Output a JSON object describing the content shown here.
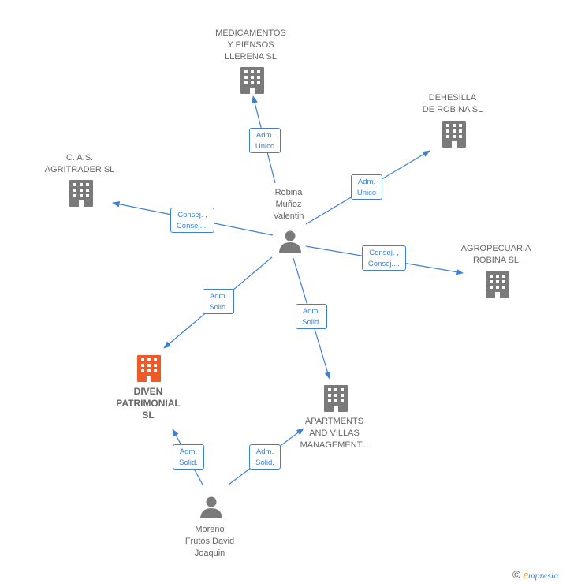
{
  "colors": {
    "edge": "#3d7fd1",
    "node": "#7a7a7a",
    "highlight": "#f05a28"
  },
  "nodes": {
    "medicamentos": {
      "type": "company",
      "lines": [
        "MEDICAMENTOS",
        "Y PIENSOS",
        "LLERENA SL"
      ]
    },
    "dehesilla": {
      "type": "company",
      "lines": [
        "DEHESILLA",
        "DE ROBINA SL"
      ]
    },
    "cas": {
      "type": "company",
      "lines": [
        "C. A.S.",
        "AGRITRADER SL"
      ]
    },
    "agropecuaria": {
      "type": "company",
      "lines": [
        "AGROPECUARIA",
        "ROBINA  SL"
      ]
    },
    "diven": {
      "type": "company",
      "highlight": true,
      "lines": [
        "DIVEN",
        "PATRIMONIAL",
        "SL"
      ]
    },
    "apartments": {
      "type": "company",
      "lines": [
        "APARTMENTS",
        "AND VILLAS",
        "MANAGEMENT..."
      ]
    },
    "robina": {
      "type": "person",
      "lines": [
        "Robina",
        "Muñoz",
        "Valentin"
      ]
    },
    "moreno": {
      "type": "person",
      "lines": [
        "Moreno",
        "Frutos David",
        "Joaquin"
      ]
    }
  },
  "edges": [
    {
      "from": "robina",
      "to": "medicamentos",
      "lines": [
        "Adm.",
        "Unico"
      ]
    },
    {
      "from": "robina",
      "to": "dehesilla",
      "lines": [
        "Adm.",
        "Unico"
      ]
    },
    {
      "from": "robina",
      "to": "cas",
      "lines": [
        "Consej. ,",
        "Consej...."
      ]
    },
    {
      "from": "robina",
      "to": "agropecuaria",
      "lines": [
        "Consej. ,",
        "Consej...."
      ]
    },
    {
      "from": "robina",
      "to": "diven",
      "lines": [
        "Adm.",
        "Solid."
      ]
    },
    {
      "from": "robina",
      "to": "apartments",
      "lines": [
        "Adm.",
        "Solid."
      ]
    },
    {
      "from": "moreno",
      "to": "diven",
      "lines": [
        "Adm.",
        "Solid."
      ]
    },
    {
      "from": "moreno",
      "to": "apartments",
      "lines": [
        "Adm.",
        "Solid."
      ]
    }
  ],
  "brand": {
    "symbol": "©",
    "initial": "e",
    "rest": "mpresia"
  }
}
